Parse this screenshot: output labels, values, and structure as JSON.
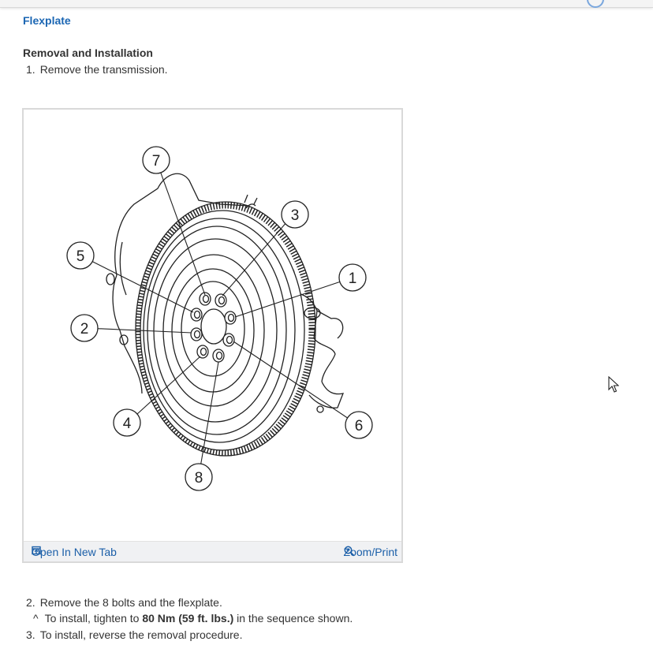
{
  "header": {
    "title": "Flexplate"
  },
  "section": {
    "heading": "Removal and Installation"
  },
  "steps": [
    {
      "number": "1.",
      "text": "Remove the transmission."
    },
    {
      "number": "2.",
      "text": "Remove the 8 bolts and the flexplate."
    },
    {
      "number": "3.",
      "text": "To install, reverse the removal procedure."
    }
  ],
  "note": {
    "caret": "^",
    "prefix": "To install, tighten to ",
    "bold": "80 Nm (59 ft. lbs.)",
    "suffix": " in the sequence shown."
  },
  "figure": {
    "callouts": [
      "1",
      "2",
      "3",
      "4",
      "5",
      "6",
      "7",
      "8"
    ],
    "open_label": "Open In New Tab",
    "zoom_label": "Zoom/Print",
    "open_icon": "open-in-new-tab-icon",
    "zoom_icon": "zoom-in-icon"
  }
}
